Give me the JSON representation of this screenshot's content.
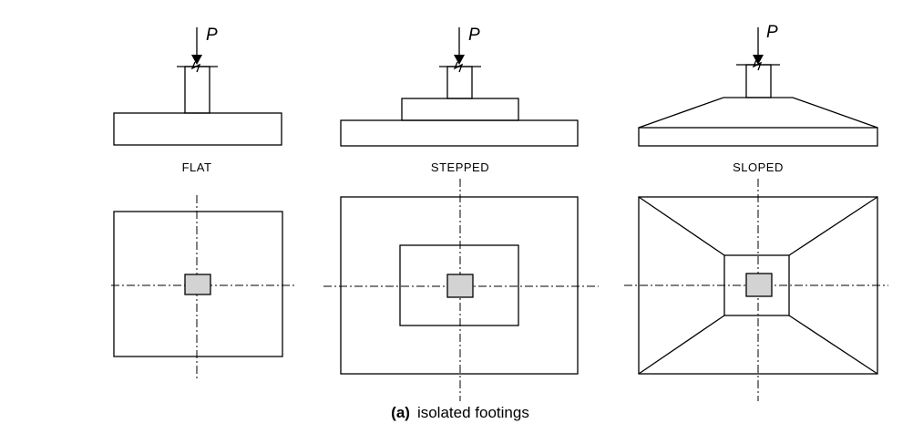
{
  "load_label": "P",
  "footings": [
    {
      "name": "flat",
      "label": "FLAT"
    },
    {
      "name": "stepped",
      "label": "STEPPED"
    },
    {
      "name": "sloped",
      "label": "SLOPED"
    }
  ],
  "caption": {
    "tag": "(a)",
    "text": "isolated footings"
  }
}
